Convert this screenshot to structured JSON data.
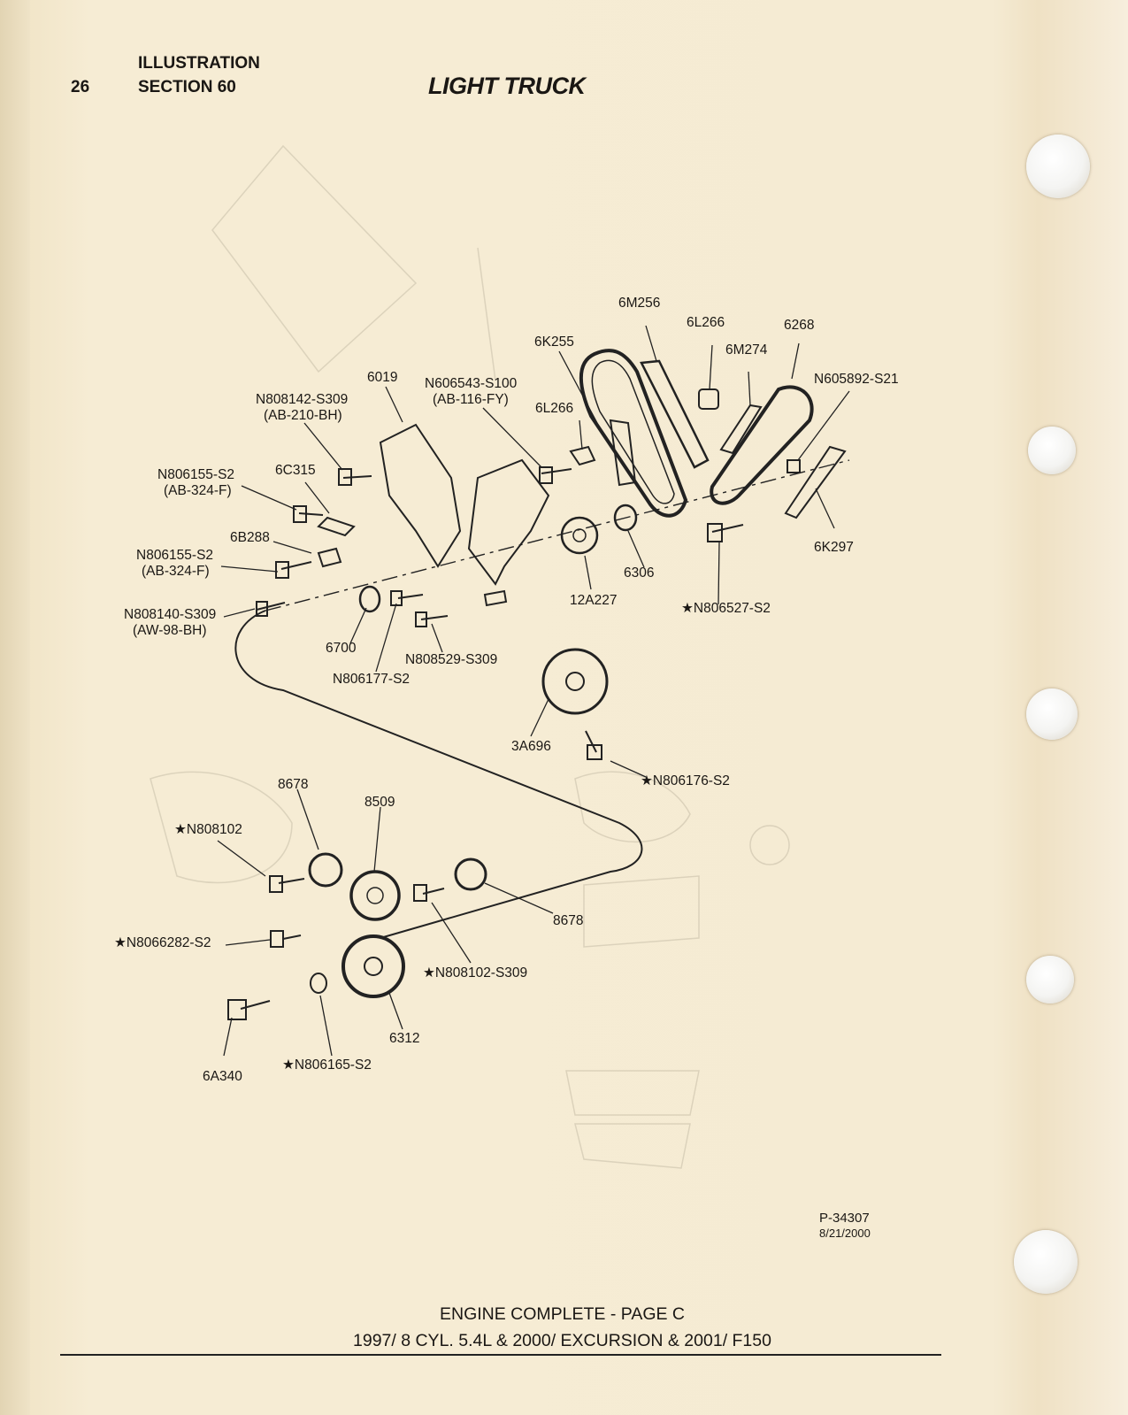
{
  "header": {
    "page_number": "26",
    "line1": "ILLUSTRATION",
    "line2": "SECTION 60",
    "title": "LIGHT TRUCK"
  },
  "labels": {
    "l_6M256": "6M256",
    "l_6L266a": "6L266",
    "l_6268": "6268",
    "l_6K255": "6K255",
    "l_6M274": "6M274",
    "l_N605892": "N605892-S21",
    "l_6019": "6019",
    "l_N606543": "N606543-S100",
    "l_N606543b": "(AB-116-FY)",
    "l_N808142": "N808142-S309",
    "l_N808142b": "(AB-210-BH)",
    "l_6L266b": "6L266",
    "l_N806155a": "N806155-S2",
    "l_N806155ab": "(AB-324-F)",
    "l_6C315": "6C315",
    "l_6B288": "6B288",
    "l_N806155b": "N806155-S2",
    "l_N806155bb": "(AB-324-F)",
    "l_6K297": "6K297",
    "l_6306": "6306",
    "l_N806527": "★N806527-S2",
    "l_12A227": "12A227",
    "l_N808140": "N808140-S309",
    "l_N808140b": "(AW-98-BH)",
    "l_6700": "6700",
    "l_N808529": "N808529-S309",
    "l_N806177": "N806177-S2",
    "l_3A696": "3A696",
    "l_N806176": "★N806176-S2",
    "l_8678a": "8678",
    "l_8509": "8509",
    "l_N808102": "★N808102",
    "l_8678b": "8678",
    "l_N8066282": "★N8066282-S2",
    "l_N808102S": "★N808102-S309",
    "l_6312": "6312",
    "l_6A340": "6A340",
    "l_N806165": "★N806165-S2"
  },
  "figure": {
    "number": "P-34307",
    "date": "8/21/2000"
  },
  "footer": {
    "line1": "ENGINE COMPLETE - PAGE C",
    "line2": "1997/ 8 CYL. 5.4L & 2000/ EXCURSION & 2001/ F150"
  }
}
